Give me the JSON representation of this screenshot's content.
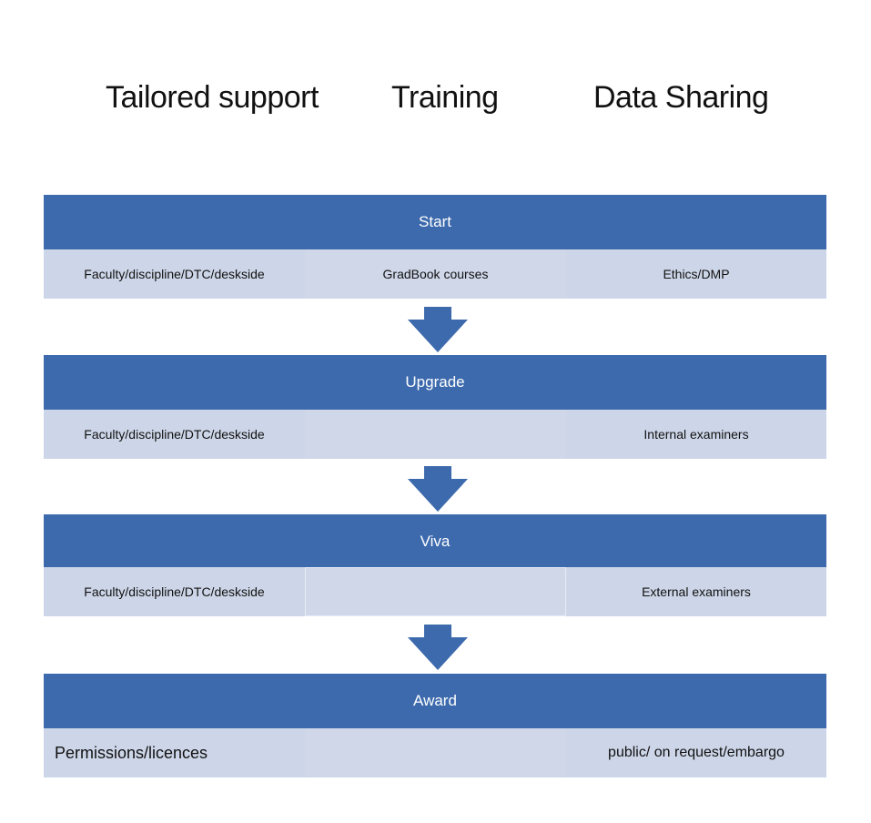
{
  "columns": [
    "Tailored support",
    "Training",
    "Data Sharing"
  ],
  "stages": [
    {
      "label": "Start",
      "cells": [
        "Faculty/discipline/DTC/deskside",
        "GradBook courses",
        "Ethics/DMP"
      ]
    },
    {
      "label": "Upgrade",
      "cells": [
        "Faculty/discipline/DTC/deskside",
        "",
        "Internal examiners"
      ]
    },
    {
      "label": "Viva",
      "cells": [
        "Faculty/discipline/DTC/deskside",
        "",
        "External examiners"
      ]
    },
    {
      "label": "Award",
      "cells": [
        "Permissions/licences",
        "",
        "public/ on request/embargo"
      ]
    }
  ],
  "colors": {
    "stage_bar": "#3d6aad",
    "cell": "#cdd6e8",
    "arrow": "#3d6aad"
  }
}
